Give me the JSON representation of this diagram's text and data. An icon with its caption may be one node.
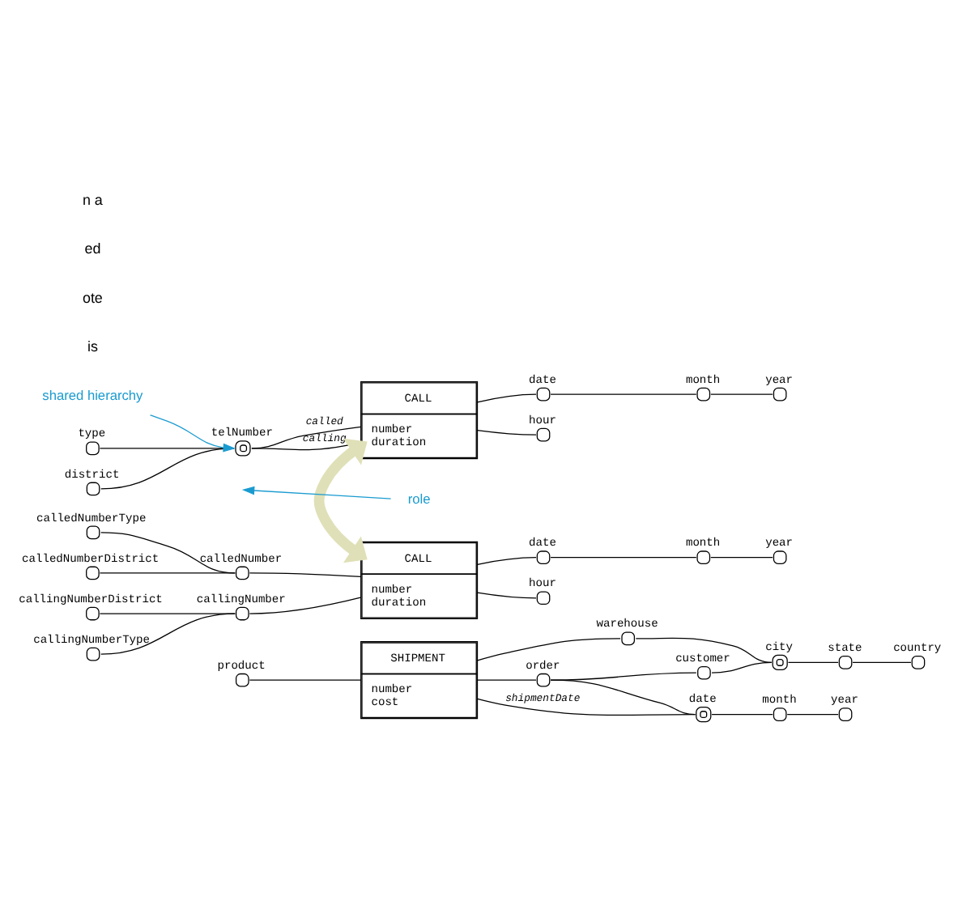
{
  "diagram": {
    "nodes": [
      {
        "text": [
          "type"
        ]
      },
      {
        "text": [
          "district"
        ]
      },
      {
        "text": [
          "telNumber"
        ]
      },
      {
        "text": [
          "CALL",
          "number",
          "duration"
        ]
      },
      {
        "text": [
          "hour"
        ]
      },
      {
        "text": [
          "date"
        ]
      },
      {
        "text": [
          "month"
        ]
      },
      {
        "text": [
          "year"
        ]
      },
      {
        "text": [
          "shared hierarchy"
        ]
      },
      {
        "text": [
          "role"
        ]
      },
      {
        "text": [
          "callingNumberType"
        ]
      },
      {
        "text": [
          "callingNumberDistrict"
        ]
      },
      {
        "text": [
          "callingNumber"
        ]
      },
      {
        "text": [
          "calledNumberDistrict"
        ]
      },
      {
        "text": [
          "calledNumber"
        ]
      },
      {
        "text": [
          "calledNumberType"
        ]
      },
      {
        "text": [
          "CALL",
          "number",
          "duration"
        ]
      },
      {
        "text": [
          "hour"
        ]
      },
      {
        "text": [
          "date"
        ]
      },
      {
        "text": [
          "month"
        ]
      },
      {
        "text": [
          "year"
        ]
      },
      {
        "text": [
          "SHIPMENT",
          "number",
          "cost"
        ]
      },
      {
        "text": [
          "product"
        ]
      },
      {
        "text": [
          "warehouse"
        ]
      },
      {
        "text": [
          "city"
        ]
      },
      {
        "text": [
          "state"
        ]
      },
      {
        "text": [
          "country"
        ]
      },
      {
        "text": [
          "order"
        ]
      },
      {
        "text": [
          "customer"
        ]
      },
      {
        "text": [
          "date"
        ]
      },
      {
        "text": [
          "month"
        ]
      },
      {
        "text": [
          "year"
        ]
      }
    ],
    "edges": [
      {
        "from": 0,
        "to": 2,
        "arrow": "none"
      },
      {
        "from": 1,
        "to": 2,
        "arrow": "none"
      },
      {
        "from": 2,
        "to": 3,
        "arrow": "none",
        "label": "calling"
      },
      {
        "from": 2,
        "to": 3,
        "arrow": "none",
        "label": "called"
      },
      {
        "from": 3,
        "to": 4,
        "arrow": "none"
      },
      {
        "from": 3,
        "to": 5,
        "arrow": "none"
      },
      {
        "from": 5,
        "to": 6,
        "arrow": "none"
      },
      {
        "from": 6,
        "to": 7,
        "arrow": "none"
      },
      {
        "from": 8,
        "to": 2,
        "arrow": "to",
        "color": "#1a9bd0"
      },
      {
        "from": 9,
        "to": null,
        "arrow": "to",
        "color": "#1a9bd0"
      },
      {
        "from": 3,
        "to": 16,
        "arrow": "both",
        "style": "thick",
        "color": "#e0e0b8"
      },
      {
        "from": 10,
        "to": 12,
        "arrow": "none"
      },
      {
        "from": 11,
        "to": 12,
        "arrow": "none"
      },
      {
        "from": 12,
        "to": 16,
        "arrow": "none"
      },
      {
        "from": 13,
        "to": 14,
        "arrow": "none"
      },
      {
        "from": 15,
        "to": 14,
        "arrow": "none"
      },
      {
        "from": 14,
        "to": 16,
        "arrow": "none"
      },
      {
        "from": 16,
        "to": 17,
        "arrow": "none"
      },
      {
        "from": 16,
        "to": 18,
        "arrow": "none"
      },
      {
        "from": 18,
        "to": 19,
        "arrow": "none"
      },
      {
        "from": 19,
        "to": 20,
        "arrow": "none"
      },
      {
        "from": 22,
        "to": 21,
        "arrow": "none"
      },
      {
        "from": 21,
        "to": 23,
        "arrow": "none"
      },
      {
        "from": 23,
        "to": 24,
        "arrow": "none"
      },
      {
        "from": 24,
        "to": 25,
        "arrow": "none"
      },
      {
        "from": 25,
        "to": 26,
        "arrow": "none"
      },
      {
        "from": 21,
        "to": 27,
        "arrow": "none"
      },
      {
        "from": 27,
        "to": 28,
        "arrow": "none"
      },
      {
        "from": 28,
        "to": 24,
        "arrow": "none"
      },
      {
        "from": 27,
        "to": 29,
        "arrow": "none"
      },
      {
        "from": 21,
        "to": 29,
        "arrow": "none",
        "label": "shipmentDate"
      },
      {
        "from": 29,
        "to": 30,
        "arrow": "none"
      },
      {
        "from": 30,
        "to": 31,
        "arrow": "none"
      }
    ],
    "labels": [
      "is",
      "ote",
      "ed",
      "n a"
    ]
  }
}
